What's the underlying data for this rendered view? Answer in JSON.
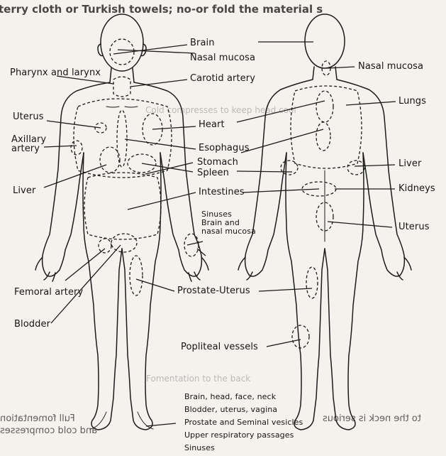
{
  "bleed": {
    "top_line": "terry cloth or Turkish towels; no-or fold the material s",
    "cold_compress": "Cold compresses to keep head cool",
    "fomentation": "Fomentation to the back",
    "bottom_left": "Full fomentation",
    "bottom_right": "to the neck is serious",
    "bottom_line2": "and cold compresses"
  },
  "labels": {
    "pharynx_larynx": "Pharynx and larynx",
    "uterus_left": "Uterus",
    "axillary_artery": "Axillary\nartery",
    "liver_left": "Liver",
    "femoral_artery": "Femoral artery",
    "bladder": "Blodder",
    "brain": "Brain",
    "nasal_mucosa_front": "Nasal mucosa",
    "carotid_artery": "Carotid artery",
    "heart": "Heart",
    "esophagus": "Esophagus",
    "stomach": "Stomach",
    "spleen": "Spleen",
    "intestines": "Intestines",
    "sinuses_group": "Sinuses\nBrain and\nnasal mucosa",
    "prostate_uterus": "Prostate-Uterus",
    "popliteal_vessels": "Popliteal vessels",
    "nasal_mucosa_back": "Nasal mucosa",
    "lungs": "Lungs",
    "liver_right": "Liver",
    "kidneys": "Kidneys",
    "uterus_right": "Uterus"
  },
  "foot_list": [
    "Brain, head, face, neck",
    "Blodder, uterus, vagina",
    "Prostate and Seminal vesicles",
    "Upper respiratory passages",
    "Sinuses"
  ]
}
